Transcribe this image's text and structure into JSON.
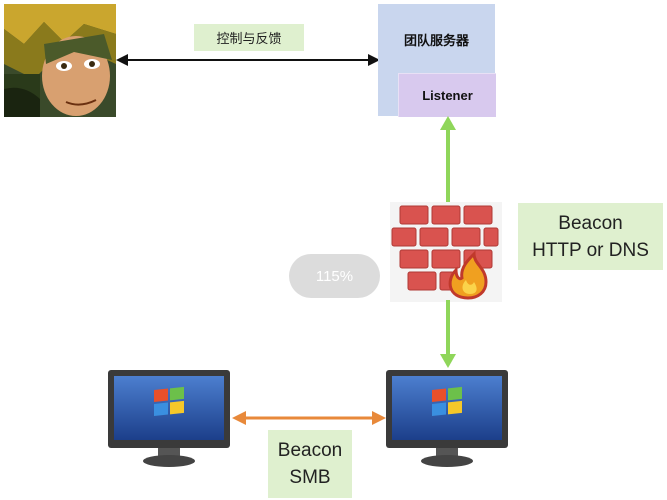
{
  "diagram": {
    "control_label": "控制与反馈",
    "server_title": "团队服务器",
    "listener_label": "Listener",
    "beacon_http": {
      "line1": "Beacon",
      "line2": "HTTP or DNS"
    },
    "beacon_smb": {
      "line1": "Beacon",
      "line2": "SMB"
    },
    "zoom_indicator": "115%"
  },
  "colors": {
    "server_box": "#c9d6ee",
    "listener_box": "#d8c9ee",
    "label_bg": "#dff0cf",
    "green_arrow": "#8fd65a",
    "orange_arrow": "#e8893a",
    "black_arrow": "#111111",
    "firewall_brick": "#d9534f"
  },
  "icons": [
    "avatar-image",
    "firewall-icon",
    "fire-icon",
    "monitor-left-icon",
    "monitor-right-icon",
    "windows-logo-icon"
  ]
}
